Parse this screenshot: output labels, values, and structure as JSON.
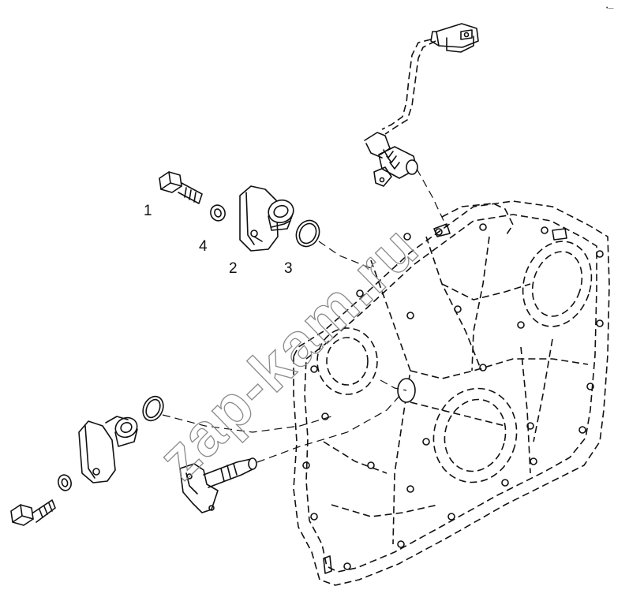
{
  "diagram": {
    "callouts": [
      {
        "id": "c1",
        "label": "1"
      },
      {
        "id": "c4",
        "label": "4"
      },
      {
        "id": "c2",
        "label": "2"
      },
      {
        "id": "c3",
        "label": "3"
      }
    ],
    "corner_mark": "•—",
    "watermark": "zap-kam.ru"
  },
  "colors": {
    "line": "#111111",
    "watermark": "#8a8a8a",
    "background": "#ffffff"
  }
}
